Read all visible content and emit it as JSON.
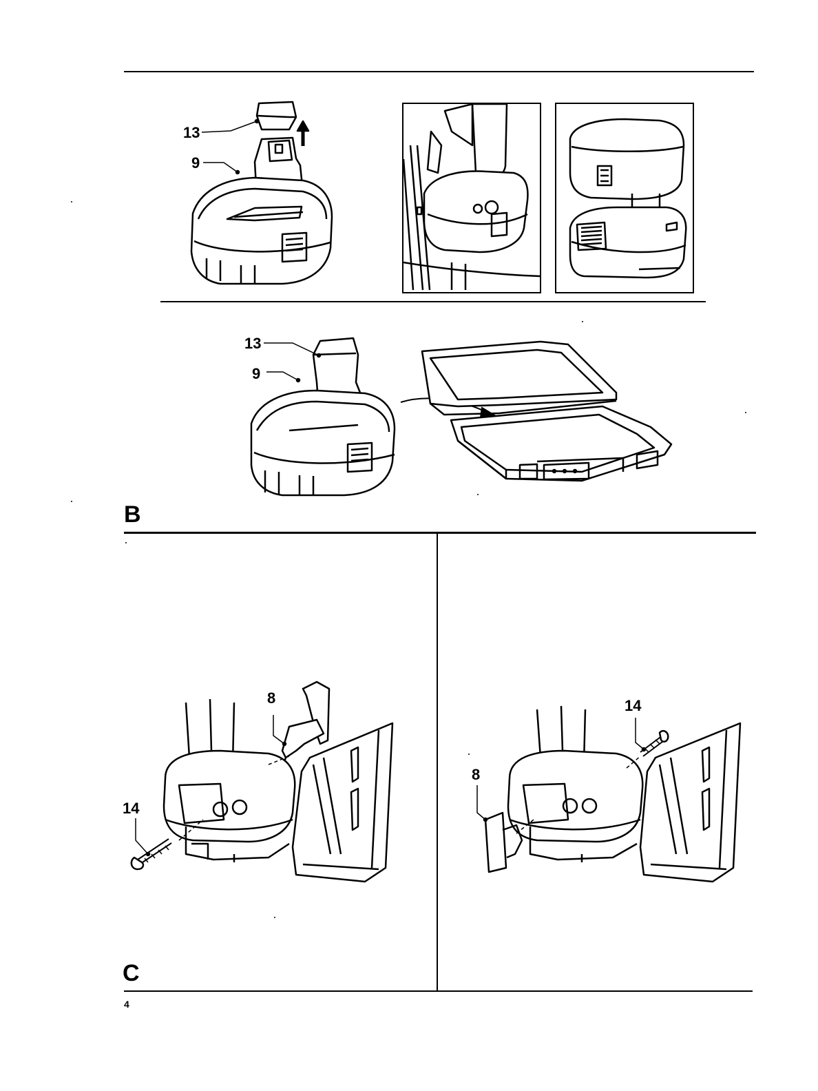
{
  "page_number": "4",
  "sections": {
    "b_label": "B",
    "c_label": "C"
  },
  "callouts": {
    "fig1_cap": "13",
    "fig1_latch": "9",
    "fig2_cap": "13",
    "fig2_latch": "9",
    "c_left_cap": "8",
    "c_left_screw": "14",
    "c_right_screw": "14",
    "c_right_cap": "8"
  }
}
